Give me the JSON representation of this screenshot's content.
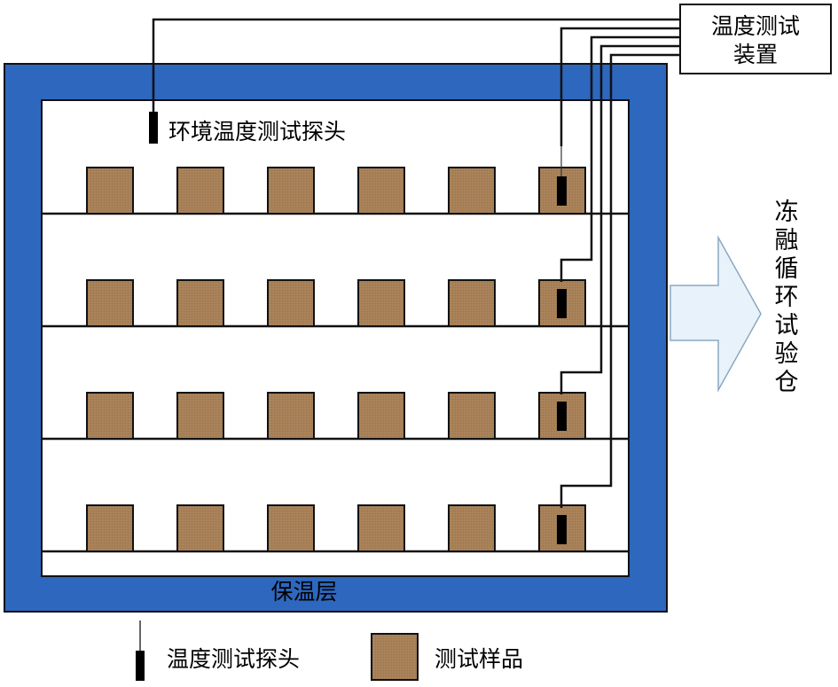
{
  "device": {
    "line1": "温度测试",
    "line2": "装置"
  },
  "env_probe_label": "环境温度测试探头",
  "insulation_label": "保温层",
  "chamber_label_chars": [
    "冻",
    "融",
    "循",
    "环",
    "试",
    "验",
    "仓"
  ],
  "legend": {
    "probe": "温度测试探头",
    "sample": "测试样品"
  },
  "colors": {
    "insulation": "#2e67be",
    "sample": "#a9825a",
    "arrow": "#e8f2fa"
  }
}
